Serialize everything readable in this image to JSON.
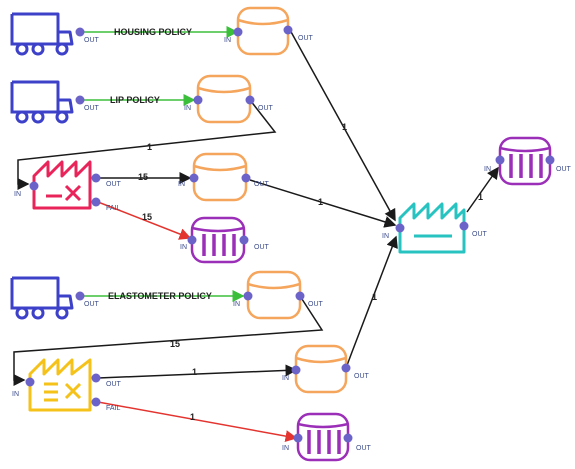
{
  "colors": {
    "truck": "#3d40c8",
    "buffer": "#f5a55c",
    "sink": "#9b2fb8",
    "machine_red": "#e8245a",
    "machine_teal": "#26c3c0",
    "machine_yellow": "#f5c21a",
    "port": "#6b63c8",
    "edge_black": "#1a1a1a",
    "edge_green": "#3bbf3b",
    "edge_red": "#e3342f"
  },
  "ports": {
    "in": "IN",
    "out": "OUT",
    "fail": "FAIL"
  },
  "sources": [
    {
      "id": "housing",
      "label": "HOUSING POLICY",
      "icon": "truck-icon"
    },
    {
      "id": "lip",
      "label": "LIP POLICY",
      "icon": "truck-icon"
    },
    {
      "id": "elastometer",
      "label": "ELASTOMETER POLICY",
      "icon": "truck-icon"
    }
  ],
  "edge_labels": {
    "buf1_to_machine_teal": "1",
    "buf2_to_machine_red": "1",
    "red_out_to_buf3": "15",
    "red_fail_to_sink1": "15",
    "buf3_to_machine_teal": "1",
    "teal_to_sink_final": "1",
    "buf4_to_machine_yellow": "15",
    "yellow_out_to_buf5": "1",
    "buf5_to_machine_teal": "1",
    "yellow_fail_to_sink2": "1"
  }
}
